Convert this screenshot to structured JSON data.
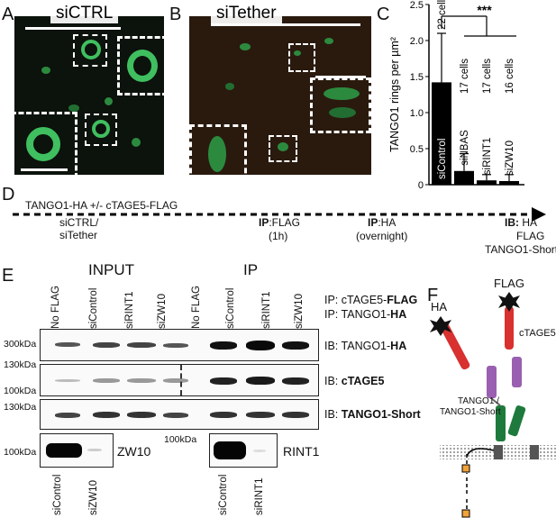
{
  "panels": {
    "A": {
      "letter": "A",
      "title": "siCTRL"
    },
    "B": {
      "letter": "B",
      "title": "siTether"
    },
    "C": {
      "letter": "C"
    },
    "D": {
      "letter": "D"
    },
    "E": {
      "letter": "E"
    },
    "F": {
      "letter": "F"
    }
  },
  "chart_data": {
    "type": "bar",
    "ylabel": "TANGO1 rings per µm²",
    "ylim": [
      0,
      2.5
    ],
    "yticks": [
      "0",
      "0.5",
      "1.0",
      "1.5",
      "2.0",
      "2.5"
    ],
    "categories": [
      "siControl",
      "siNBAS",
      "siRINT1",
      "siZW10"
    ],
    "values": [
      1.42,
      0.19,
      0.06,
      0.05
    ],
    "errors": [
      0.68,
      0.24,
      0.08,
      0.09
    ],
    "cell_counts": [
      "22 cells",
      "17 cells",
      "17 cells",
      "16 cells"
    ],
    "significance": "***",
    "color": "#000000"
  },
  "panelD": {
    "header": "TANGO1-HA +/- cTAGE5-FLAG",
    "step1": "siCTRL/\nsiTether",
    "step2a": "IP",
    "step2b": ":FLAG",
    "step2c": "(1h)",
    "step3a": "IP",
    "step3b": ":HA",
    "step3c": "(overnight)",
    "step4a": "IB:",
    "step4b": "HA",
    "step4c": "FLAG",
    "step4d": "TANGO1-Short"
  },
  "panelE": {
    "input_label": "INPUT",
    "ip_label": "IP",
    "lanes": [
      "No FLAG",
      "siControl",
      "siRINT1",
      "siZW10",
      "No FLAG",
      "siControl",
      "siRINT1",
      "siZW10"
    ],
    "ip_note1a": "IP: cTAGE5-",
    "ip_note1b": "FLAG",
    "ip_note2a": "IP: TANGO1-",
    "ip_note2b": "HA",
    "mw1": "300kDa",
    "mw2": "130kDa",
    "mw3": "100kDa",
    "mw4": "130kDa",
    "mw5": "100kDa",
    "mw6": "100kDa",
    "ib1a": "IB: TANGO1-",
    "ib1b": "HA",
    "ib2a": "IB: ",
    "ib2b": "cTAGE5",
    "ib3a": "IB: ",
    "ib3b": "TANGO1-Short",
    "zw10": "ZW10",
    "rint1": "RINT1",
    "lanes_zw": [
      "siControl",
      "siZW10"
    ],
    "lanes_rint": [
      "siControl",
      "siRINT1"
    ]
  },
  "panelF": {
    "ha": "HA",
    "flag": "FLAG",
    "ctage5": "cTAGE5",
    "tango1a": "TANGO1 /",
    "tango1b": "TANGO1-Short"
  }
}
